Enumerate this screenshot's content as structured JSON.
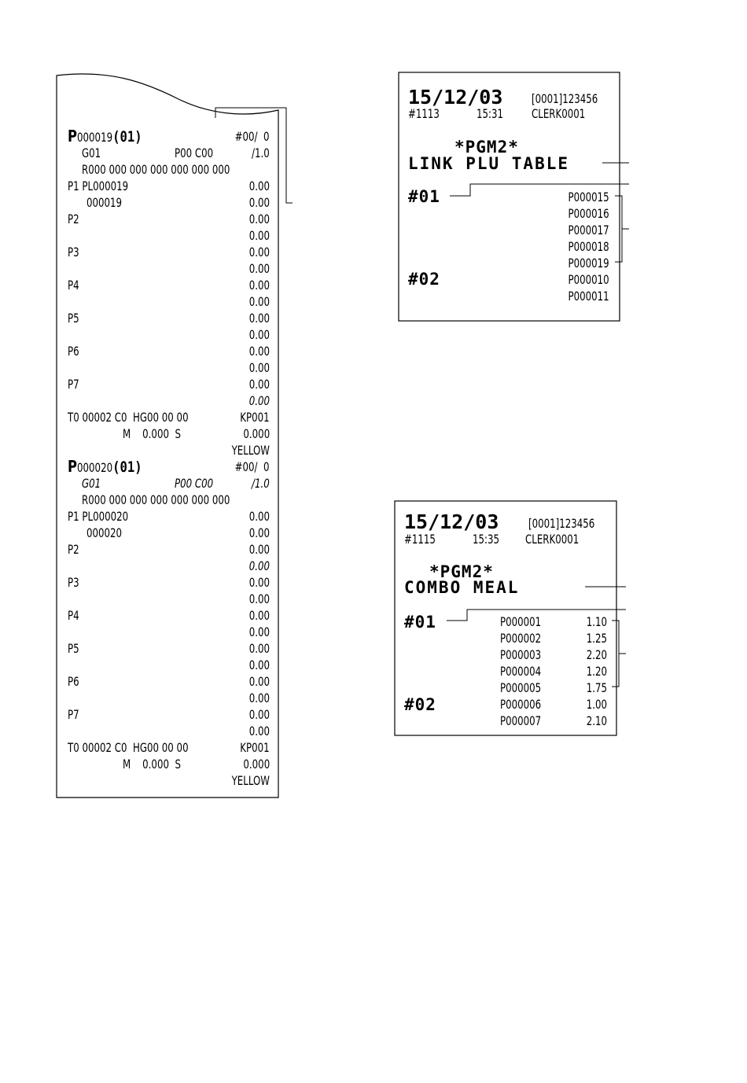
{
  "receipt1": {
    "blocks": [
      {
        "plu_prefix": "P",
        "plu_number": "000019",
        "plu_suffix": "(01)",
        "dept": "#00/  0",
        "group": "G01",
        "pcode": "P00 C00",
        "ratio": "/1.0",
        "rline": "R000 000 000 000 000 000 000",
        "p1_label": "P1 PL000019",
        "p1_value": "0.00",
        "code_line": "000019",
        "code_value": "0.00",
        "prices": [
          {
            "label": "P2",
            "v1": "0.00",
            "v2": "0.00"
          },
          {
            "label": "P3",
            "v1": "0.00",
            "v2": "0.00"
          },
          {
            "label": "P4",
            "v1": "0.00",
            "v2": "0.00"
          },
          {
            "label": "P5",
            "v1": "0.00",
            "v2": "0.00"
          },
          {
            "label": "P6",
            "v1": "0.00",
            "v2": "0.00"
          },
          {
            "label": "P7",
            "v1": "0.00",
            "v2": "0.00"
          }
        ],
        "t_line": "T0 00002 C0  HG00 00 00",
        "kp": "KP001",
        "m_line": "M    0.000  S",
        "s_value": "0.000",
        "color": "YELLOW"
      },
      {
        "plu_prefix": "P",
        "plu_number": "000020",
        "plu_suffix": "(01)",
        "dept": "#00/  0",
        "group": "G01",
        "pcode": "P00 C00",
        "ratio": "/1.0",
        "rline": "R000 000 000 000 000 000 000",
        "p1_label": "P1 PL000020",
        "p1_value": "0.00",
        "code_line": "000020",
        "code_value": "0.00",
        "prices": [
          {
            "label": "P2",
            "v1": "0.00",
            "v2": "0.00"
          },
          {
            "label": "P3",
            "v1": "0.00",
            "v2": "0.00"
          },
          {
            "label": "P4",
            "v1": "0.00",
            "v2": "0.00"
          },
          {
            "label": "P5",
            "v1": "0.00",
            "v2": "0.00"
          },
          {
            "label": "P6",
            "v1": "0.00",
            "v2": "0.00"
          },
          {
            "label": "P7",
            "v1": "0.00",
            "v2": "0.00"
          }
        ],
        "t_line": "T0 00002 C0  HG00 00 00",
        "kp": "KP001",
        "m_line": "M    0.000  S",
        "s_value": "0.000",
        "color": "YELLOW"
      }
    ]
  },
  "receipt2": {
    "date": "15/12/03",
    "machine": "[0001]123456",
    "consec": "#1113",
    "time": "15:31",
    "clerk": "CLERK0001",
    "mode": "*PGM2*",
    "title": "LINK PLU TABLE",
    "entries": [
      {
        "label": "#01",
        "items": [
          "P000015",
          "P000016",
          "P000017",
          "P000018",
          "P000019"
        ]
      },
      {
        "label": "#02",
        "items": [
          "P000010",
          "P000011"
        ]
      }
    ]
  },
  "receipt3": {
    "date": "15/12/03",
    "machine": "[0001]123456",
    "consec": "#1115",
    "time": "15:35",
    "clerk": "CLERK0001",
    "mode": "*PGM2*",
    "title": "COMBO MEAL",
    "entries": [
      {
        "label": "#01",
        "items": [
          [
            "P000001",
            "1.10"
          ],
          [
            "P000002",
            "1.25"
          ],
          [
            "P000003",
            "2.20"
          ],
          [
            "P000004",
            "1.20"
          ],
          [
            "P000005",
            "1.75"
          ]
        ]
      },
      {
        "label": "#02",
        "items": [
          [
            "P000006",
            "1.00"
          ],
          [
            "P000007",
            "2.10"
          ]
        ]
      }
    ]
  }
}
